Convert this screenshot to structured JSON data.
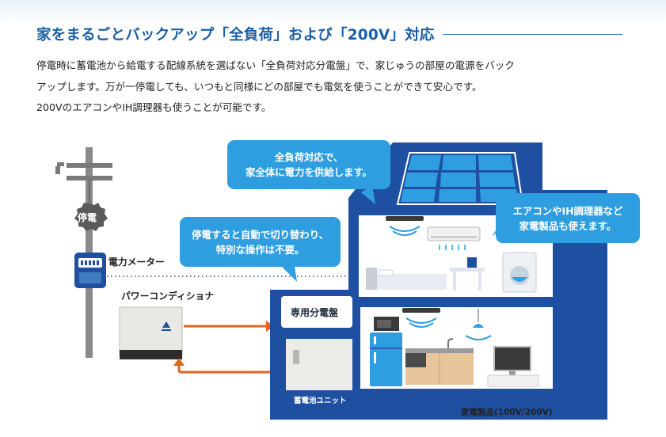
{
  "heading": "家をまるごとバックアップ「全負荷」および「200V」対応",
  "intro": [
    "停電時に蓄電池から給電する配線系統を選ばない「全負荷対応分電盤」で、家じゅうの部屋の電源をバック",
    "アップします。万が一停電しても、いつもと同様にどの部屋でも電気を使うことができて安心です。",
    "200VのエアコンやIH調理器も使うことが可能です。"
  ],
  "callouts": {
    "whole_house": [
      "全負荷対応で、",
      "家全体に電力を供給します。"
    ],
    "auto_switch": [
      "停電すると自動で切り替わり、",
      "特別な操作は不要。"
    ],
    "appliances": [
      "エアコンやIH調理器など",
      "家電製品も使えます。"
    ]
  },
  "labels": {
    "outage": "停電",
    "meter": "電力メーター",
    "power_conditioner": "パワーコンディショナ",
    "distribution_board": "専用分電盤",
    "battery_unit": "蓄電池ユニット",
    "appliances_footer": "家電製品(100V/200V)"
  },
  "colors": {
    "house_blue": "#1e4fa0",
    "callout_blue": "#2f9ee0",
    "arrow_orange": "#e2661f",
    "heading_blue": "#1a5fa6"
  }
}
